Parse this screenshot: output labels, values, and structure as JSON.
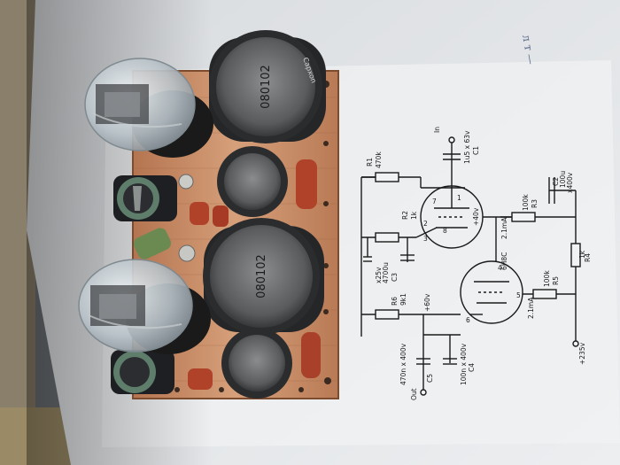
{
  "photo": {
    "subject": "vacuum tube amplifier board on printed schematic",
    "colors": {
      "table_bg": "#6b6f74",
      "paper": "#e4e6e8",
      "copper": "#c98a5e",
      "cap_body": "#2b2c2e",
      "cap_top": "#6d6e70",
      "glass": "#c9d2d8",
      "ink": "#1a1a1a"
    }
  },
  "capacitors": {
    "label_top": "080102",
    "label_bottom": "080102",
    "brand": "Capxon"
  },
  "schematic": {
    "components": {
      "c1": {
        "name": "C1",
        "value": "1u5 x 63v"
      },
      "in_label": "In",
      "r1": {
        "name": "R1",
        "value": "470k"
      },
      "r2": {
        "name": "R2",
        "value": "1k"
      },
      "c3": {
        "name": "C3",
        "value": "4700u",
        "rating": "x25v"
      },
      "r6": {
        "name": "R6",
        "value": "9k1"
      },
      "c5": {
        "name": "C5",
        "value": "470n x 400v"
      },
      "c4": {
        "name": "C4",
        "value": "100n x 400v"
      },
      "out_label": "Out",
      "c2": {
        "name": "C2",
        "value": "100u",
        "rating": "x400v"
      },
      "r3": {
        "name": "R3",
        "value": "100k"
      },
      "r4": {
        "name": "R4",
        "value": "1k"
      },
      "r5": {
        "name": "R5",
        "value": "100k"
      }
    },
    "tube": {
      "type": "6H8C"
    },
    "pins": {
      "p1": "1",
      "p2": "2",
      "p3": "3",
      "p4": "4",
      "p5": "5",
      "p6": "6",
      "p7": "7",
      "p8": "8"
    },
    "voltages": {
      "v40": "+40v",
      "v60": "+60v",
      "v235": "+235v"
    },
    "currents": {
      "i1": "2.1mA",
      "i2": "2.1mA"
    }
  }
}
